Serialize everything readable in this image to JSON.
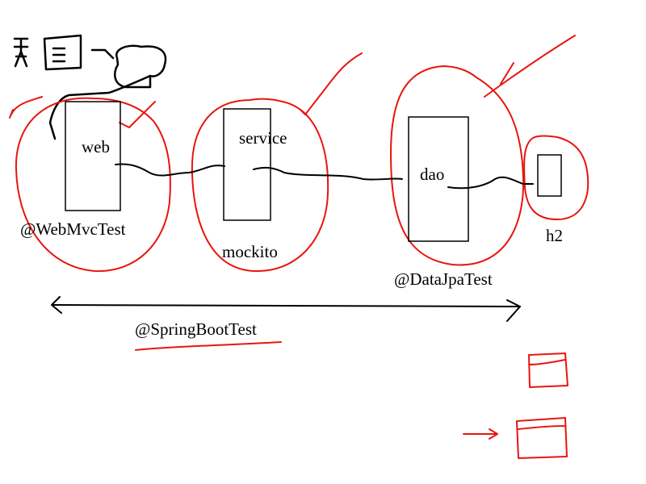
{
  "diagram": {
    "components": [
      {
        "id": "web",
        "label": "web"
      },
      {
        "id": "service",
        "label": "service"
      },
      {
        "id": "dao",
        "label": "dao"
      }
    ],
    "test_annotations": [
      {
        "id": "webmvc",
        "label": "@WebMvcTest"
      },
      {
        "id": "mockito",
        "label": "mockito"
      },
      {
        "id": "datajpa",
        "label": "@DataJpaTest"
      },
      {
        "id": "h2",
        "label": "h2"
      },
      {
        "id": "springboot",
        "label": "@SpringBootTest"
      }
    ],
    "colors": {
      "ink": "#000000",
      "highlight": "#e8150e"
    }
  }
}
